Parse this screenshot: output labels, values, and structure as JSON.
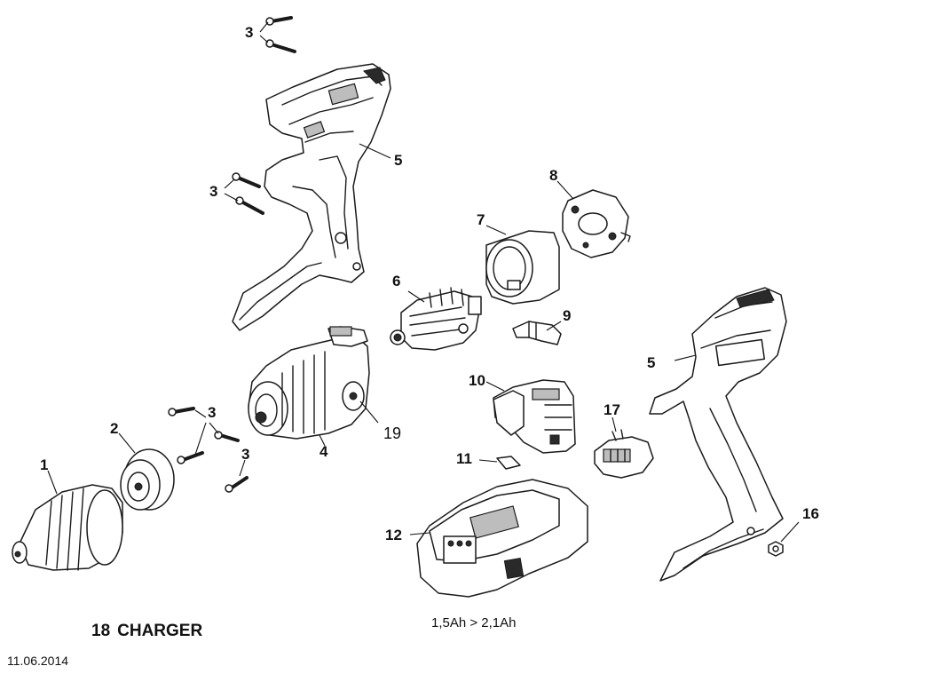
{
  "callouts": {
    "c1": "1",
    "c2": "2",
    "c3a": "3",
    "c3b": "3",
    "c3c": "3",
    "c3d": "3",
    "c4": "4",
    "c5a": "5",
    "c5b": "5",
    "c6": "6",
    "c7": "7",
    "c8": "8",
    "c9": "9",
    "c10": "10",
    "c11": "11",
    "c12": "12",
    "c16": "16",
    "c17": "17",
    "c19": "19"
  },
  "footer": {
    "charger_number": "18",
    "charger_label": "CHARGER",
    "battery_capacity": "1,5Ah > 2,1Ah",
    "date": "11.06.2014"
  }
}
